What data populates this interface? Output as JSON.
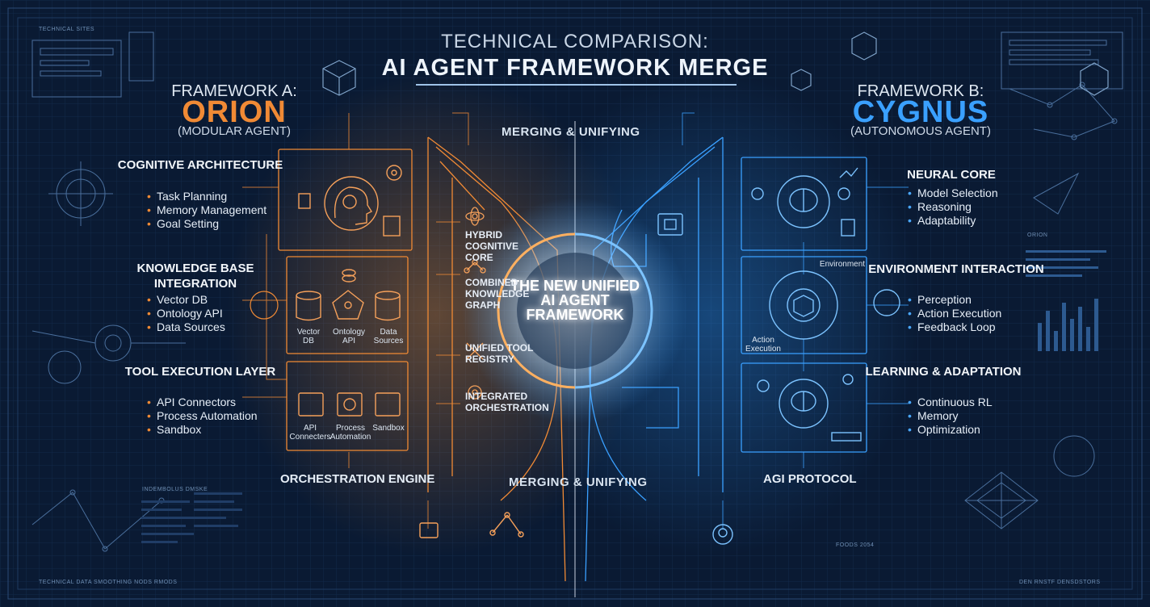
{
  "header": {
    "subtitle": "TECHNICAL COMPARISON:",
    "title": "AI AGENT FRAMEWORK MERGE"
  },
  "framework_a": {
    "label": "FRAMEWORK A:",
    "name": "ORION",
    "subtitle": "(MODULAR AGENT)",
    "sections": [
      {
        "title": "COGNITIVE ARCHITECTURE",
        "items": [
          "Task Planning",
          "Memory Management",
          "Goal Setting"
        ]
      },
      {
        "title": "KNOWLEDGE BASE INTEGRATION",
        "items": [
          "Vector DB",
          "Ontology API",
          "Data Sources"
        ]
      },
      {
        "title": "TOOL EXECUTION LAYER",
        "items": [
          "API Connectors",
          "Process Automation",
          "Sandbox"
        ]
      }
    ],
    "kb_nodes": [
      "Vector DB",
      "Ontology API",
      "Data Sources"
    ],
    "tool_nodes": [
      "API Connecters",
      "Process Automation",
      "Sandbox"
    ],
    "engine_label": "ORCHESTRATION ENGINE"
  },
  "framework_b": {
    "label": "FRAMEWORK B:",
    "name": "CYGNUS",
    "subtitle": "(AUTONOMOUS AGENT)",
    "sections": [
      {
        "title": "NEURAL CORE",
        "items": [
          "Model Selection",
          "Reasoning",
          "Adaptability"
        ]
      },
      {
        "title": "ENVIRONMENT INTERACTION",
        "items": [
          "Perception",
          "Action Execution",
          "Feedback Loop"
        ]
      },
      {
        "title": "LEARNING & ADAPTATION",
        "items": [
          "Continuous RL",
          "Memory",
          "Optimization"
        ]
      }
    ],
    "diagram_labels": {
      "environment": "Environment",
      "action_execution": "Action Execution"
    },
    "protocol_label": "AGI PROTOCOL"
  },
  "center": {
    "merge_top": "MERGING & UNIFYING",
    "merge_bottom": "MERGING & UNIFYING",
    "hub": "THE NEW UNIFIED AI AGENT FRAMEWORK",
    "features": [
      "HYBRID COGNITIVE CORE",
      "COMBINED KNOWLEDGE GRAPH",
      "UNIFIED TOOL REGISTRY",
      "INTEGRATED ORCHESTRATION"
    ]
  },
  "decor": {
    "top_left": "TECHNICAL SITES",
    "bottom_left": "TECHNICAL DATA SMOOTHING NODS RMODS",
    "bottom_right": "DEN RNSTF DENSDSTORS",
    "right_mid": "ORION",
    "mid_left": "INDEMBOLUS DMSKE",
    "bottom_right_mid": "FOODS 2054"
  },
  "colors": {
    "background": "#0a1a33",
    "orange": "#f08a35",
    "blue": "#3aa0ff",
    "grid": "#1a3358"
  },
  "icons": [
    "brain-head-icon",
    "gear-icon",
    "document-icon",
    "database-icon",
    "network-node-icon",
    "atom-icon",
    "tools-icon",
    "cube-icon",
    "chip-icon",
    "lightbulb-icon"
  ]
}
